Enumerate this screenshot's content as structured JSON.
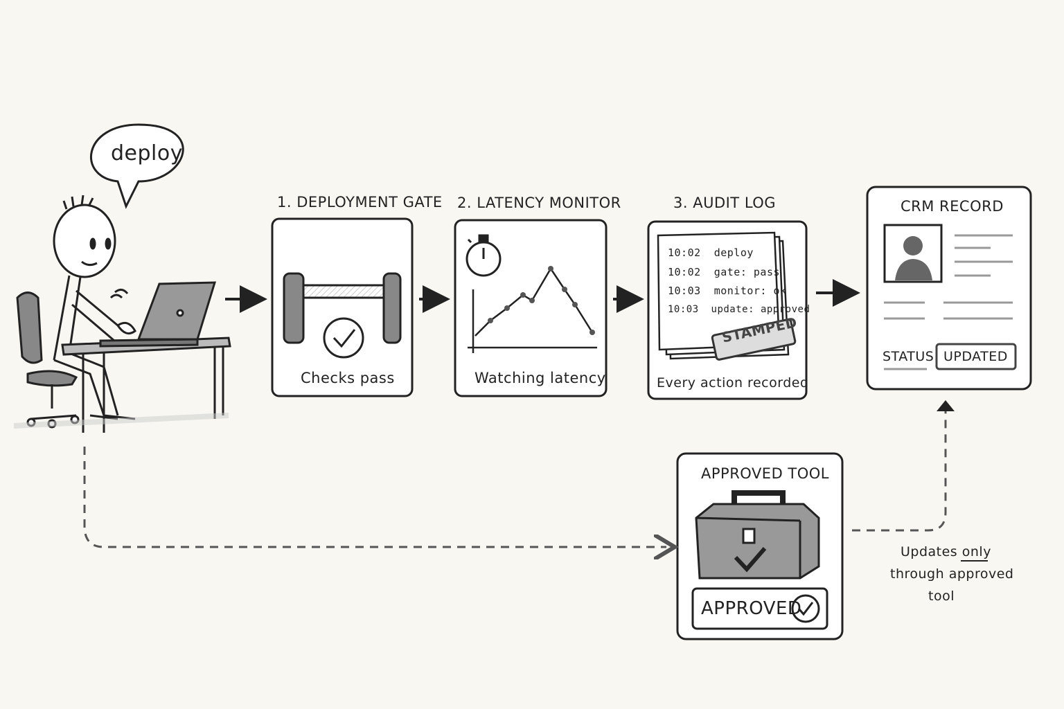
{
  "speech_bubble": {
    "text": "deploy"
  },
  "steps": [
    {
      "title": "1. DEPLOYMENT GATE",
      "caption": "Checks pass"
    },
    {
      "title": "2. LATENCY MONITOR",
      "caption": "Watching latency"
    },
    {
      "title": "3. AUDIT LOG",
      "caption": "Every action recorded",
      "stamp": "STAMPED"
    }
  ],
  "audit_log": {
    "entries": [
      {
        "time": "10:02",
        "text": "deploy"
      },
      {
        "time": "10:02",
        "text": "gate: pass"
      },
      {
        "time": "10:03",
        "text": "monitor: ok"
      },
      {
        "time": "10:03",
        "text": "update: approved"
      }
    ]
  },
  "crm_record": {
    "title": "CRM RECORD",
    "status_label": "STATUS",
    "status_value": "UPDATED"
  },
  "approved_tool": {
    "title": "APPROVED TOOL",
    "badge": "APPROVED"
  },
  "note": {
    "line1_prefix": "Updates ",
    "line1_emph": "only",
    "line2": "through approved",
    "line3": "tool"
  },
  "icons": [
    "person-icon",
    "laptop-icon",
    "barrier-gate-icon",
    "check-icon",
    "stopwatch-icon",
    "line-chart-icon",
    "paper-stack-icon",
    "avatar-icon",
    "toolbox-icon"
  ]
}
